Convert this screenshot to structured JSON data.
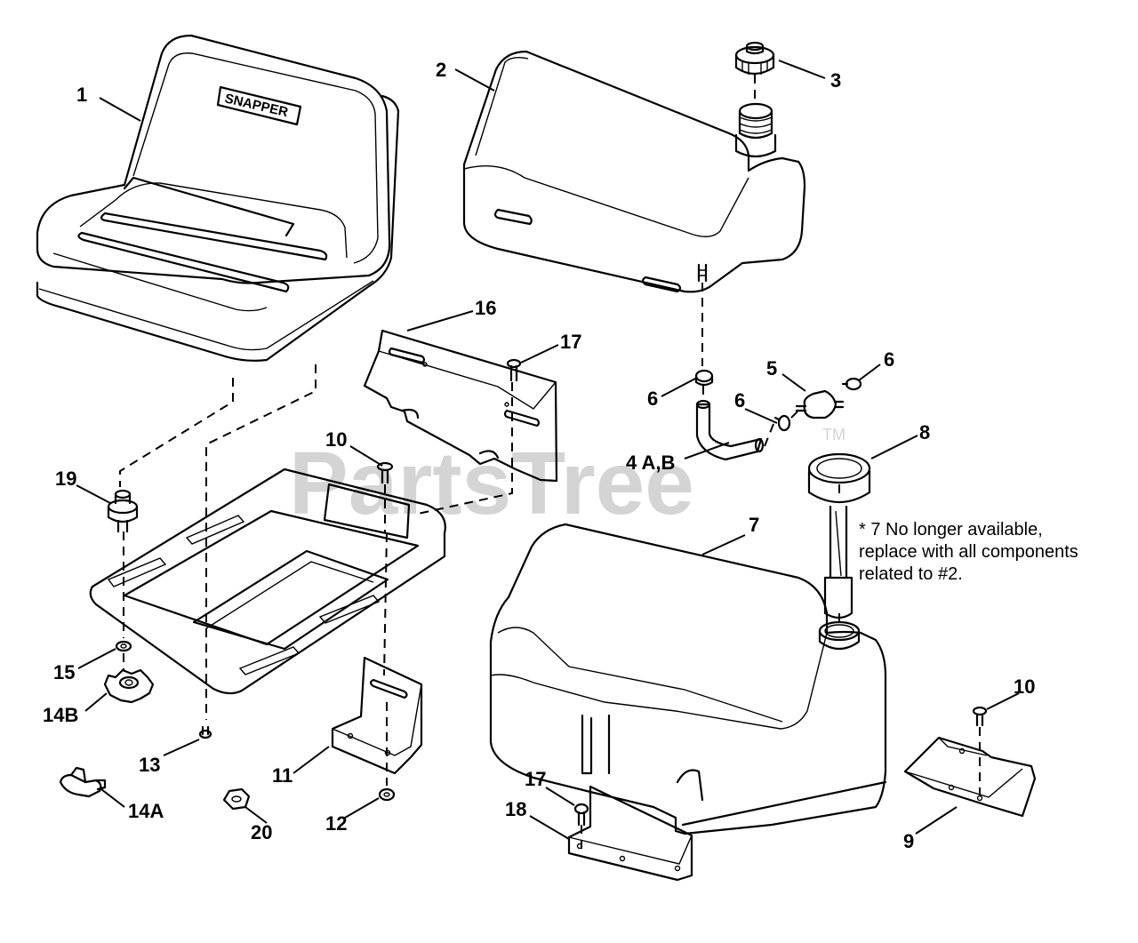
{
  "watermark": {
    "text": "PartsTree",
    "trademark": "TM"
  },
  "brand_logo": "SNAPPER",
  "callouts": {
    "c1": "1",
    "c2": "2",
    "c3": "3",
    "c4": "4 A,B",
    "c5": "5",
    "c6a": "6",
    "c6b": "6",
    "c6c": "6",
    "c7": "7",
    "c8": "8",
    "c9": "9",
    "c10a": "10",
    "c10b": "10",
    "c11": "11",
    "c12": "12",
    "c13": "13",
    "c14a": "14A",
    "c14b": "14B",
    "c15": "15",
    "c16": "16",
    "c17a": "17",
    "c17b": "17",
    "c18": "18",
    "c19": "19",
    "c20": "20"
  },
  "note": {
    "line1": "* 7 No longer available,",
    "line2": "replace with all components",
    "line3": "related to #2."
  }
}
